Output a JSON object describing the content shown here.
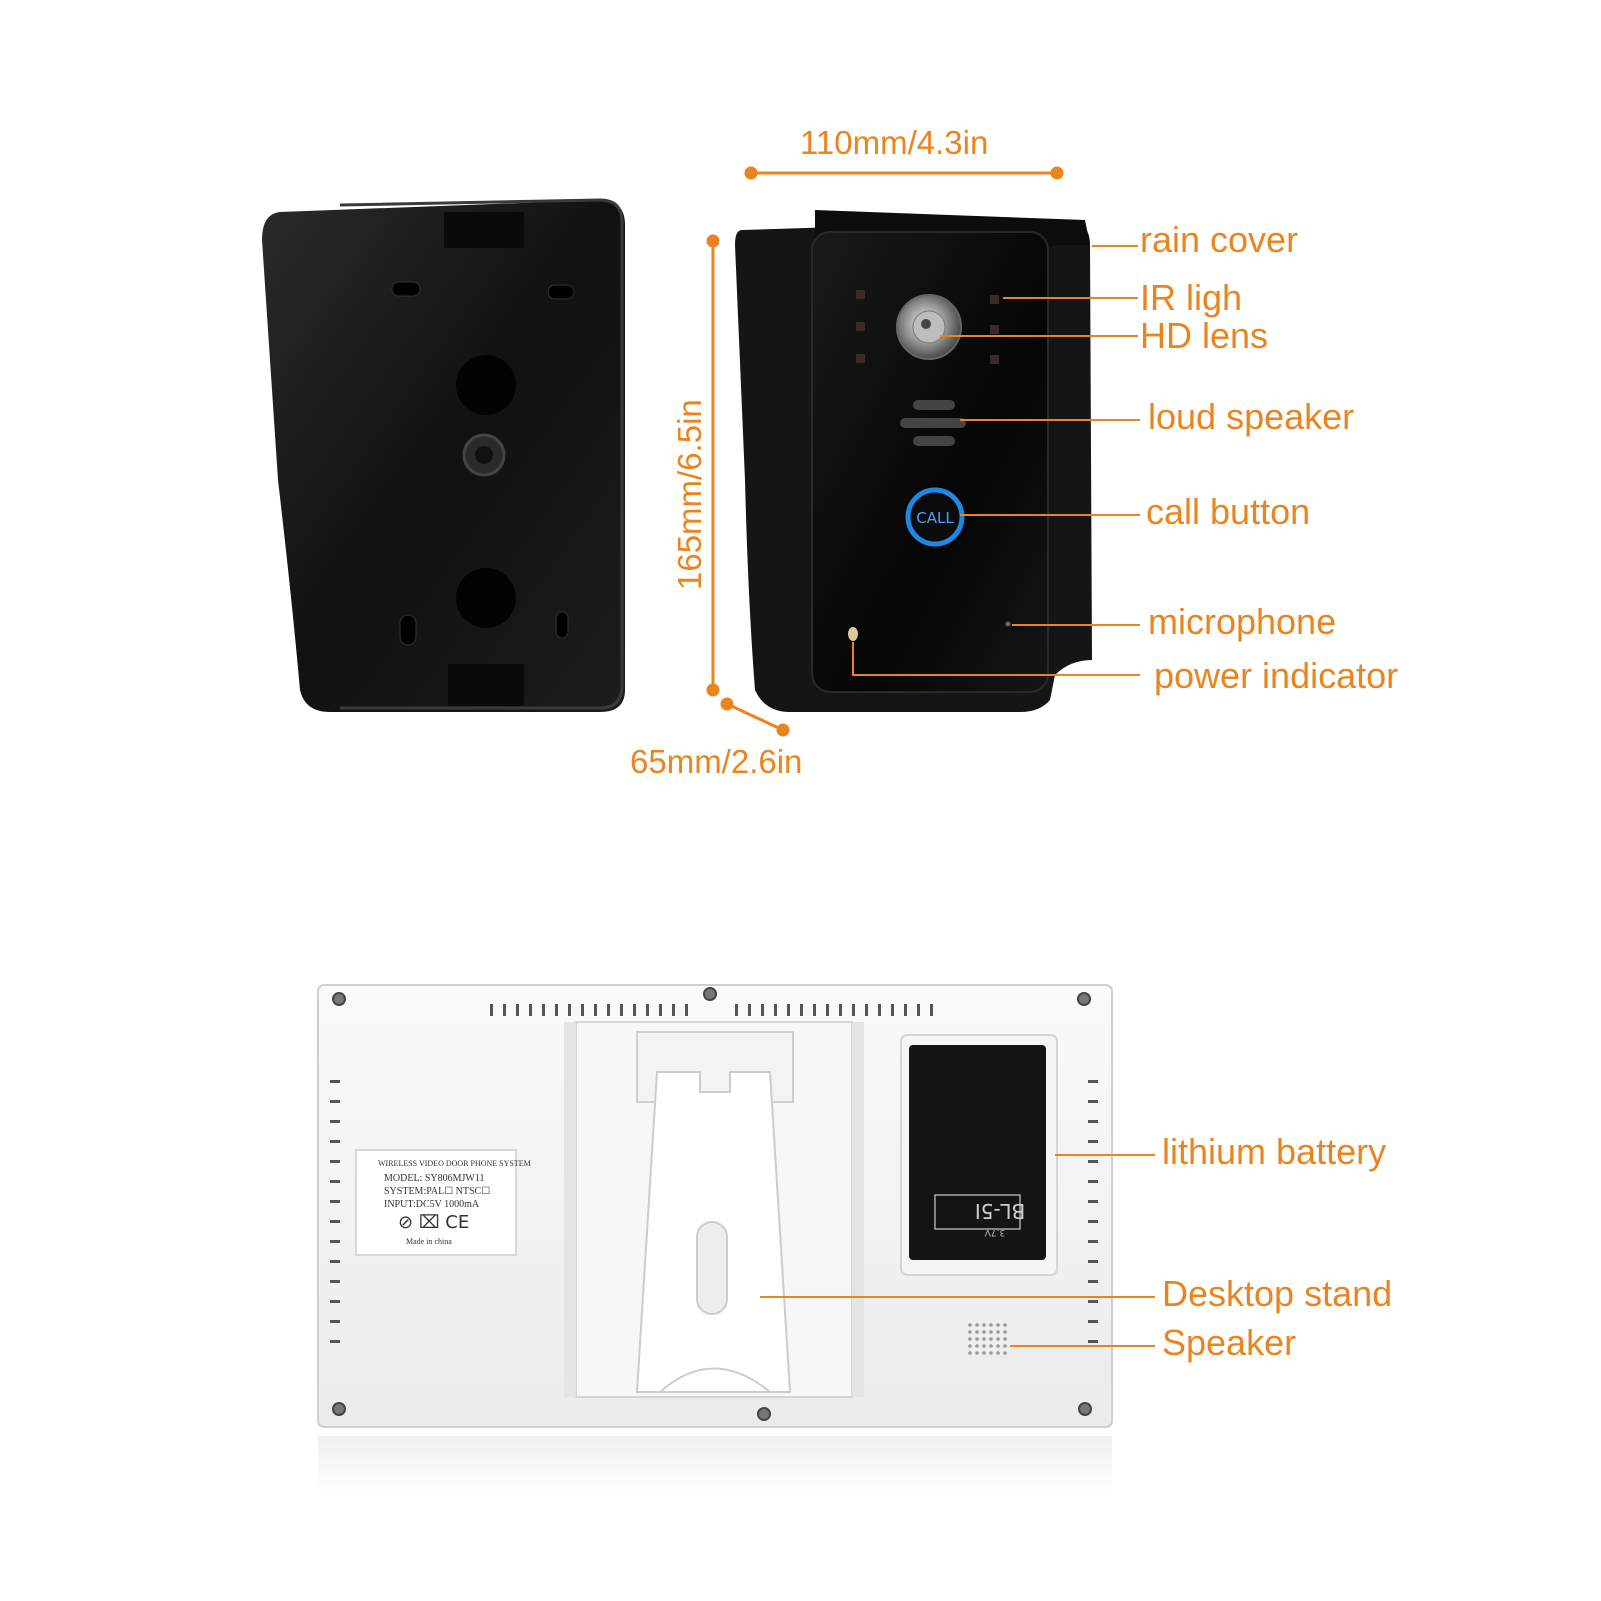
{
  "colors": {
    "accent": "#e9841f",
    "device_black": "#111111",
    "call_ring": "#1e88e5",
    "monitor_white": "#f2f2f2"
  },
  "dimensions": {
    "width": "110mm/4.3in",
    "height": "165mm/6.5in",
    "depth": "65mm/2.6in"
  },
  "outdoor_unit_labels": {
    "rain_cover": "rain cover",
    "ir_light": "IR ligh",
    "hd_lens": "HD lens",
    "loud_speaker": "loud speaker",
    "call_button": "call button",
    "microphone": "microphone",
    "power_indicator": "power indicator"
  },
  "call_button_text": "CALL",
  "monitor_labels": {
    "lithium_battery": "lithium battery",
    "desktop_stand": "Desktop stand",
    "speaker": "Speaker"
  },
  "battery_text": {
    "model": "BL-5I",
    "spec": "3.7V"
  },
  "nameplate": {
    "line1": "WIRELESS VIDEO DOOR PHONE SYSTEM",
    "line2": "MODEL: SY806MJW11",
    "line3": "SYSTEM:PAL☐ NTSC☐",
    "line4": "INPUT:DC5V 1000mA",
    "marks": "⊘ ⌧ CE",
    "line5": "Made in china"
  },
  "icons": [
    "screw-icon",
    "ir-led-icon",
    "lens-icon",
    "speaker-grille-icon",
    "call-button-icon",
    "microphone-icon",
    "power-led-icon"
  ]
}
